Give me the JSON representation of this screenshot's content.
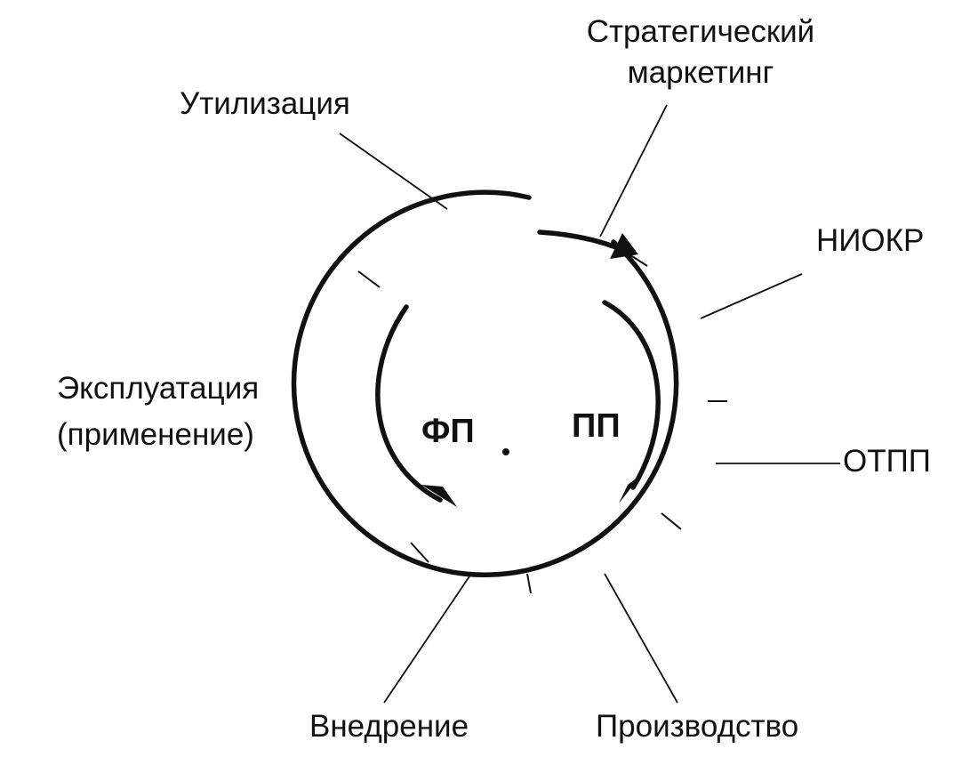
{
  "labels": {
    "strategic_marketing_line1": "Стратегический",
    "strategic_marketing_line2": "маркетинг",
    "utilization": "Утилизация",
    "niokr": "НИОКР",
    "exploitation_line1": "Эксплуатация",
    "exploitation_line2": "(применение)",
    "otpp": "ОТПП",
    "implementation": "Внедрение",
    "production": "Производство",
    "fp": "ФП",
    "pp": "ПП"
  },
  "colors": {
    "ink": "#111111",
    "background": "#ffffff"
  }
}
